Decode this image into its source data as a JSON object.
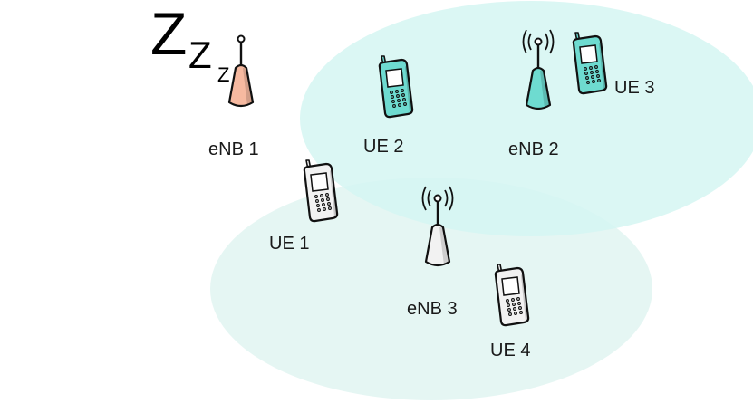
{
  "sleep_indicator": {
    "z1": "Z",
    "z2": "Z",
    "z3": "Z"
  },
  "nodes": {
    "enb1": {
      "label": "eNB 1",
      "state": "sleep",
      "color": "#f6b9a0",
      "icon": "base-station-icon"
    },
    "enb2": {
      "label": "eNB 2",
      "state": "active",
      "color": "#6edbd0",
      "icon": "base-station-icon"
    },
    "enb3": {
      "label": "eNB 3",
      "state": "active",
      "color": "#f2f2f2",
      "icon": "base-station-icon"
    },
    "ue1": {
      "label": "UE 1",
      "color": "#f2f2f2",
      "icon": "mobile-phone-icon"
    },
    "ue2": {
      "label": "UE 2",
      "color": "#6edbd0",
      "icon": "mobile-phone-icon"
    },
    "ue3": {
      "label": "UE 3",
      "color": "#6edbd0",
      "icon": "mobile-phone-icon"
    },
    "ue4": {
      "label": "UE 4",
      "color": "#f2f2f2",
      "icon": "mobile-phone-icon"
    }
  },
  "coverage": {
    "enb2_color": "#d5f6f2",
    "enb3_color": "#e4f5f2"
  }
}
